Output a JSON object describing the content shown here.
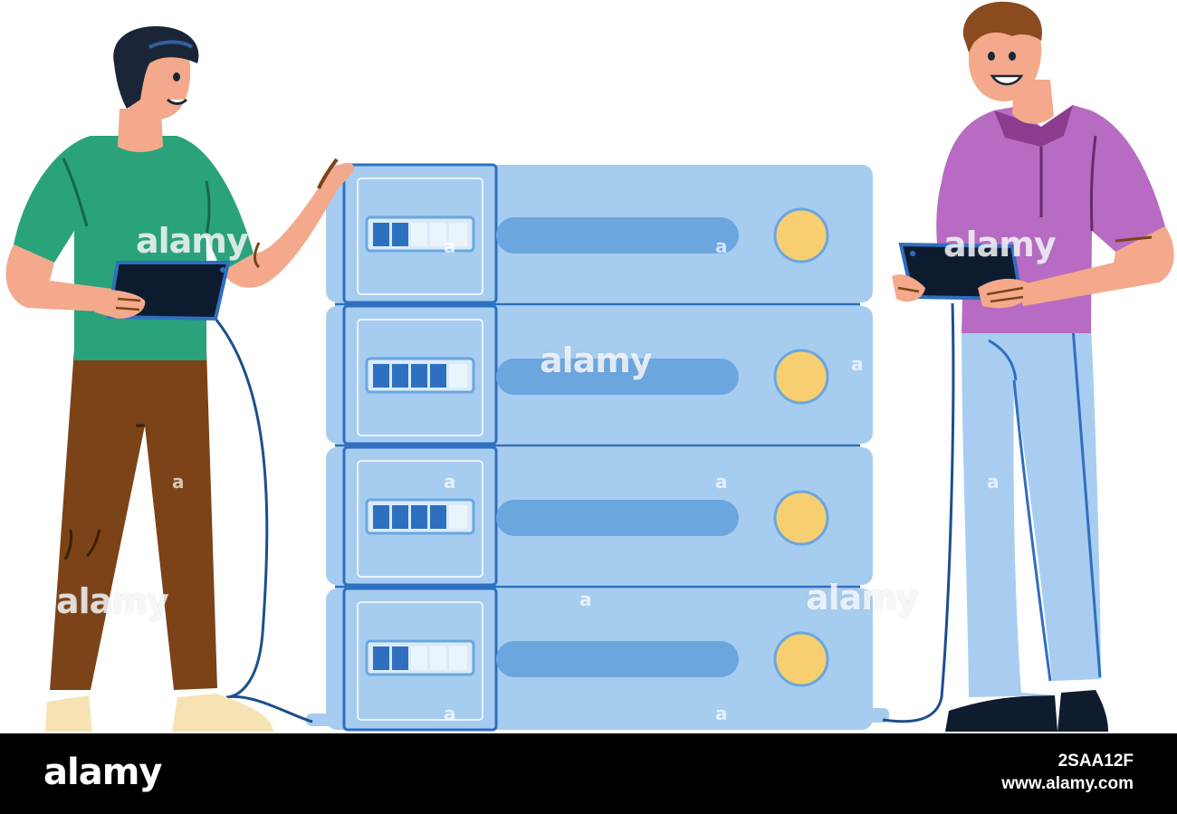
{
  "watermark": {
    "brand": "alamy",
    "mark": "a"
  },
  "footer": {
    "logo": "alamy",
    "image_id": "2SAA12F",
    "url": "www.alamy.com"
  },
  "server_rack": {
    "units": [
      {
        "level": 0.4
      },
      {
        "level": 0.8
      },
      {
        "level": 0.8
      },
      {
        "level": 0.4
      }
    ]
  },
  "colors": {
    "server_body": "#a6cdf0",
    "server_face": "#a6cdf0",
    "server_outline": "#2e6fbf",
    "slot_bar": "#6ba6df",
    "indicator_light": "#f7cf70",
    "left_shirt": "#2aa37a",
    "left_pants": "#7b4317",
    "right_shirt": "#b86bc2",
    "right_pants": "#a9cdf0",
    "skin": "#f4a98c",
    "hair_dark": "#1a2638",
    "hair_brown": "#8a4b1f",
    "tablet": "#0d1b2e",
    "cable": "#1c4f8c"
  }
}
